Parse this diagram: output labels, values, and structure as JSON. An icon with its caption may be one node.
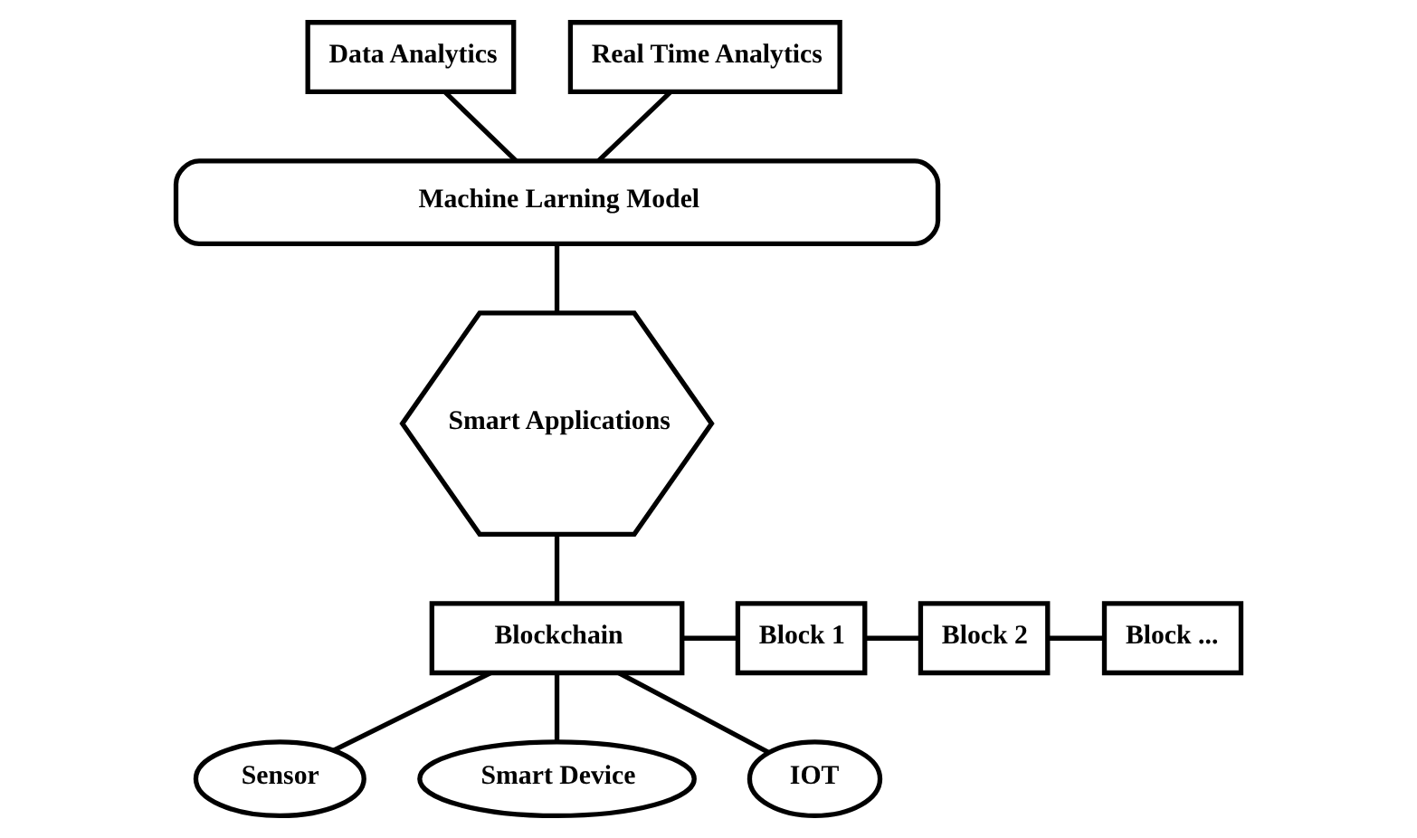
{
  "diagram": {
    "nodes": [
      {
        "text": [
          "Data Analytics"
        ]
      },
      {
        "text": [
          "Real Time Analytics"
        ]
      },
      {
        "text": [
          "Machine Larning Model"
        ]
      },
      {
        "text": [
          "Smart Applications"
        ]
      },
      {
        "text": [
          "Blockchain"
        ]
      },
      {
        "text": [
          "Block 1"
        ]
      },
      {
        "text": [
          "Block 2"
        ]
      },
      {
        "text": [
          "Block ..."
        ]
      },
      {
        "text": [
          "Sensor"
        ]
      },
      {
        "text": [
          "Smart Device"
        ]
      },
      {
        "text": [
          "IOT"
        ]
      }
    ],
    "edges": [
      {
        "from": 0,
        "to": 2,
        "arrow": "none"
      },
      {
        "from": 1,
        "to": 2,
        "arrow": "none"
      },
      {
        "from": 2,
        "to": 3,
        "arrow": "none"
      },
      {
        "from": 3,
        "to": 4,
        "arrow": "none"
      },
      {
        "from": 4,
        "to": 5,
        "arrow": "none"
      },
      {
        "from": 5,
        "to": 6,
        "arrow": "none"
      },
      {
        "from": 6,
        "to": 7,
        "arrow": "none"
      },
      {
        "from": 4,
        "to": 8,
        "arrow": "none"
      },
      {
        "from": 4,
        "to": 9,
        "arrow": "none"
      },
      {
        "from": 4,
        "to": 10,
        "arrow": "none"
      }
    ]
  }
}
